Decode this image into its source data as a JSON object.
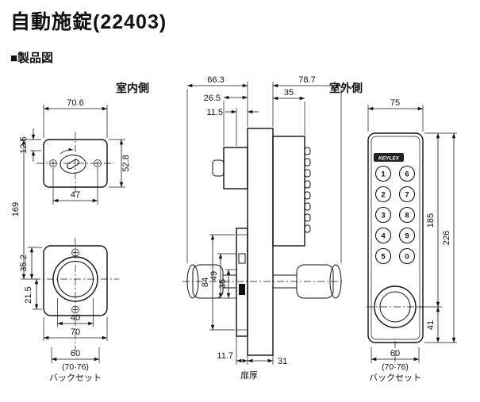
{
  "page": {
    "title": "自動施錠(22403)",
    "section": "■製品図"
  },
  "labels": {
    "indoor": "室内側",
    "outdoor": "室外側"
  },
  "indoor": {
    "plate_width": "70.6",
    "thumbturn_offset": "12.5",
    "plate_height": "52.8",
    "screw_pitch": "47",
    "overall_height": "169",
    "rose_offset_top": "35.2",
    "rose_offset_bottom": "21.5",
    "hole_width": "40",
    "rose_width": "70",
    "backset": "60",
    "backset_option": "(70·76)",
    "backset_label": "バックセット"
  },
  "side": {
    "indoor_depth": "66.3",
    "indoor_body_depth": "26.5",
    "indoor_offset": "11.5",
    "outdoor_depth": "78.7",
    "outdoor_body_depth": "35",
    "faceplate_height": "84",
    "faceplate_upper": "49",
    "faceplate_mid": "35",
    "front_offset": "11.7",
    "door_thickness": "31",
    "door_thickness_label": "扉厚"
  },
  "outdoor": {
    "width": "75",
    "keypad_height": "185",
    "overall_height": "226",
    "knob_height": "41",
    "backset": "60",
    "backset_option": "(70·76)",
    "backset_label": "バックセット",
    "brand": "KEYLEX",
    "buttons": [
      "1",
      "6",
      "2",
      "7",
      "3",
      "8",
      "4",
      "9",
      "5",
      "0"
    ]
  }
}
